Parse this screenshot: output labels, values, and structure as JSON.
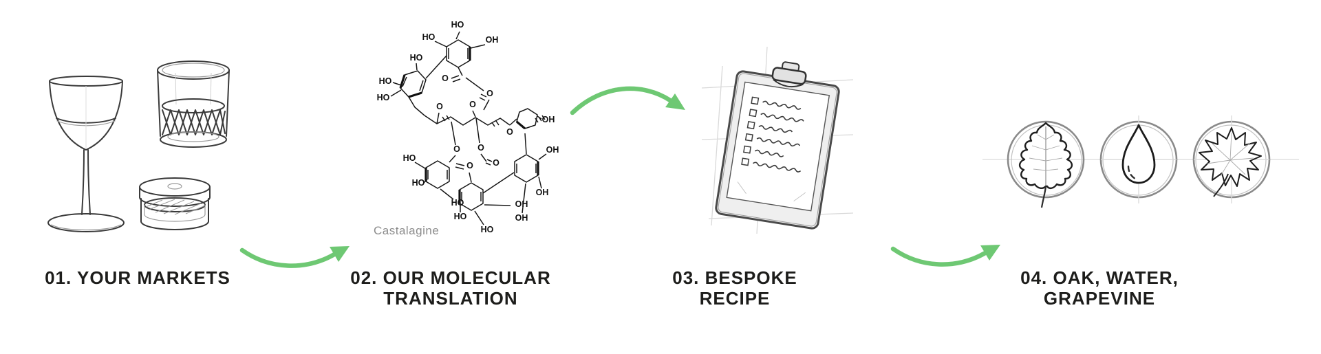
{
  "palette": {
    "arrow_green": "#6ec873",
    "text_dark": "#1d1d1b",
    "sketch_gray": "#3a3a3a",
    "caption_gray": "#8c8c8c",
    "construction_line": "#d9d9d9",
    "background": "#ffffff"
  },
  "steps": [
    {
      "lines": [
        "01. YOUR MARKETS",
        ""
      ]
    },
    {
      "lines": [
        "02. OUR MOLECULAR",
        "TRANSLATION"
      ]
    },
    {
      "lines": [
        "03. BESPOKE",
        "RECIPE"
      ]
    },
    {
      "lines": [
        "04. OAK, WATER,",
        "GRAPEVINE"
      ]
    }
  ],
  "molecule": {
    "caption": "Castalagine",
    "atoms": [
      "HO",
      "HO",
      "OH",
      "HO",
      "HO",
      "HO",
      "O",
      "O",
      "O",
      "O",
      "OH",
      "O",
      "O",
      "O",
      "O",
      "O",
      "OH",
      "HO",
      "HO",
      "HO",
      "HO",
      "OH",
      "OH",
      "OH",
      "HO"
    ]
  },
  "illustrations": {
    "step1_icons": [
      "wine-glass-sketch",
      "whiskey-tumbler-sketch",
      "sample-jar-sketch"
    ],
    "step2_icon": "castalagin-molecular-structure",
    "step3_icon": "clipboard-checklist-sketch",
    "step4_icons": [
      "oak-leaf-circle-icon",
      "water-drop-circle-icon",
      "grapevine-leaf-circle-icon"
    ],
    "connectors": [
      "curved-arrow-icon",
      "curved-arrow-icon",
      "curved-arrow-icon"
    ]
  }
}
